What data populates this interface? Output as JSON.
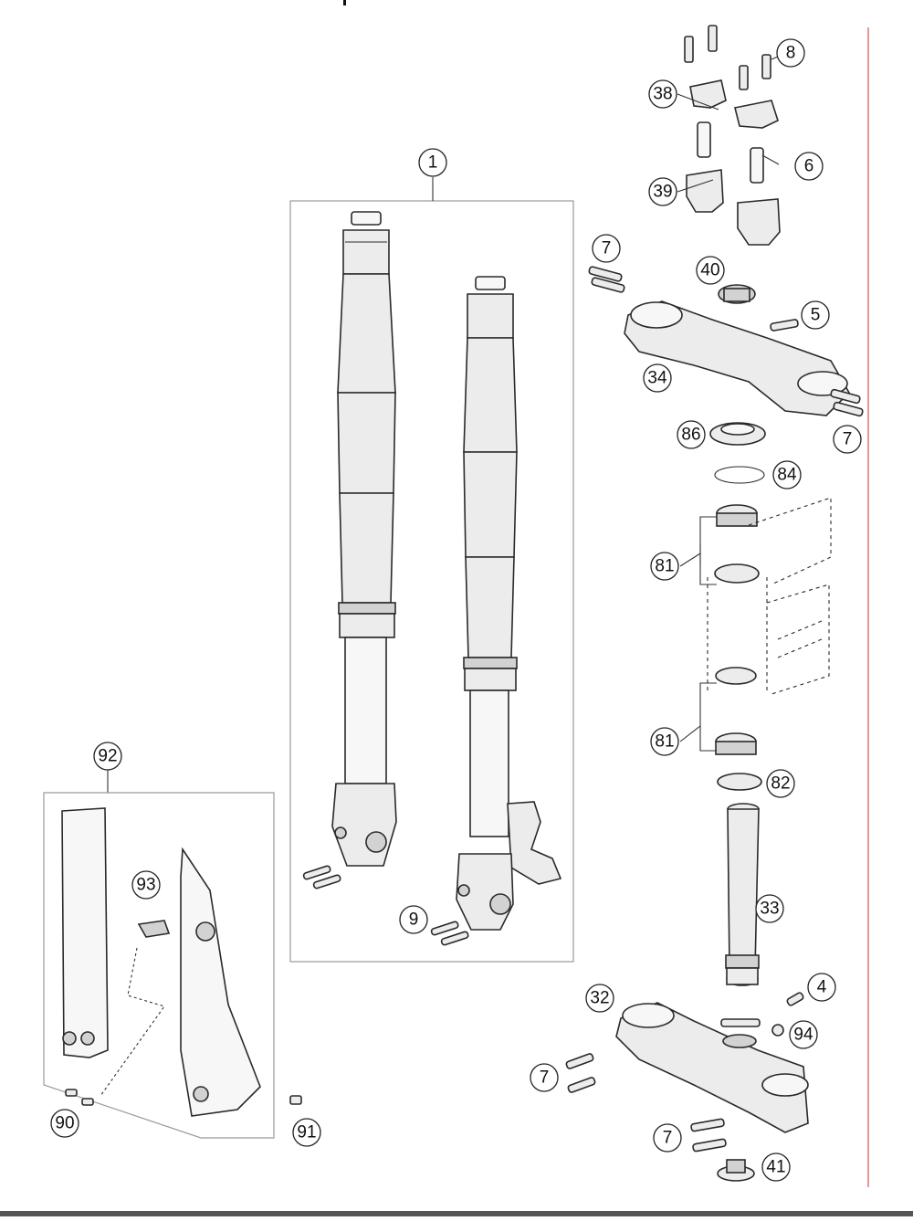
{
  "diagram": {
    "callouts": [
      {
        "label": "1"
      },
      {
        "label": "8"
      },
      {
        "label": "38"
      },
      {
        "label": "6"
      },
      {
        "label": "39"
      },
      {
        "label": "7"
      },
      {
        "label": "40"
      },
      {
        "label": "5"
      },
      {
        "label": "34"
      },
      {
        "label": "7"
      },
      {
        "label": "86"
      },
      {
        "label": "84"
      },
      {
        "label": "81"
      },
      {
        "label": "81"
      },
      {
        "label": "82"
      },
      {
        "label": "33"
      },
      {
        "label": "4"
      },
      {
        "label": "32"
      },
      {
        "label": "94"
      },
      {
        "label": "7"
      },
      {
        "label": "7"
      },
      {
        "label": "41"
      },
      {
        "label": "9"
      },
      {
        "label": "92"
      },
      {
        "label": "93"
      },
      {
        "label": "90"
      },
      {
        "label": "91"
      }
    ]
  },
  "colors": {
    "part_fill": "#ececec",
    "outline": "#2a2a2a",
    "accent_line": "#e05050"
  }
}
